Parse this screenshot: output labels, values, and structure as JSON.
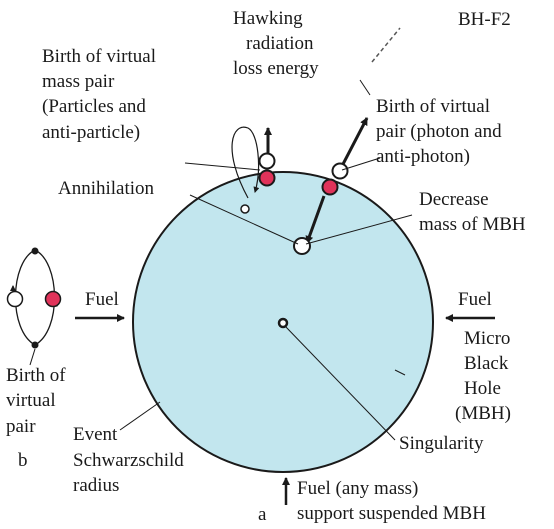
{
  "figure_id": "BH-F2",
  "labels": {
    "hawking": [
      "Hawking",
      "radiation",
      "loss energy"
    ],
    "birth_mass_pair": [
      "Birth of virtual",
      "mass pair",
      "(Particles and",
      "anti-particle)"
    ],
    "birth_photon_pair": [
      "Birth of virtual",
      "pair (photon and",
      "anti-photon)"
    ],
    "annihilation": "Annihilation",
    "decrease_mass": [
      "Decrease",
      "mass of MBH"
    ],
    "fuel_left": "Fuel",
    "fuel_right": "Fuel",
    "mbh": [
      "Micro",
      "Black",
      "Hole",
      "(MBH)"
    ],
    "singularity": "Singularity",
    "birth_virtual_pair": [
      "Birth of",
      "virtual",
      "pair"
    ],
    "label_b": "b",
    "event_horizon": [
      "Event",
      "Schwarzschild",
      "radius"
    ],
    "label_a": "a",
    "fuel_bottom": [
      "Fuel (any mass)",
      "support suspended MBH"
    ]
  },
  "colors": {
    "hole_fill": "#c2e6ee",
    "outline": "#1a1a1a",
    "particle_red": "#e0335a",
    "particle_white": "#ffffff"
  }
}
